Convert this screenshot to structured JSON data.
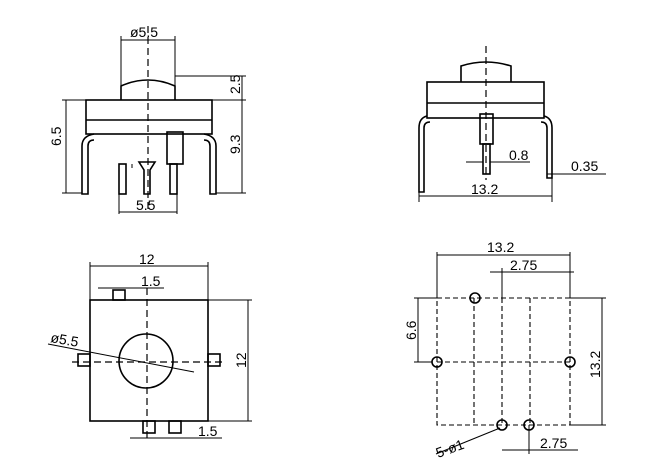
{
  "views": {
    "front": {
      "dim_cap_diameter": "ø5.5",
      "dim_cap_height": "2.5",
      "dim_body_height": "6.5",
      "dim_total_height": "9.3",
      "dim_pin_pitch": "5.5"
    },
    "side": {
      "dim_pin_width": "0.8",
      "dim_pin_thickness": "0.35",
      "dim_width": "13.2"
    },
    "top": {
      "dim_width": "12",
      "dim_tab_top": "1.5",
      "dim_button_diameter": "ø5.5",
      "dim_height": "12",
      "dim_tab_bottom": "1.5"
    },
    "pcb": {
      "dim_width": "13.2",
      "dim_offset_top": "2.75",
      "dim_half_height": "6.6",
      "dim_height": "13.2",
      "dim_holes": "5-ø1",
      "dim_offset_bottom": "2.75"
    }
  }
}
